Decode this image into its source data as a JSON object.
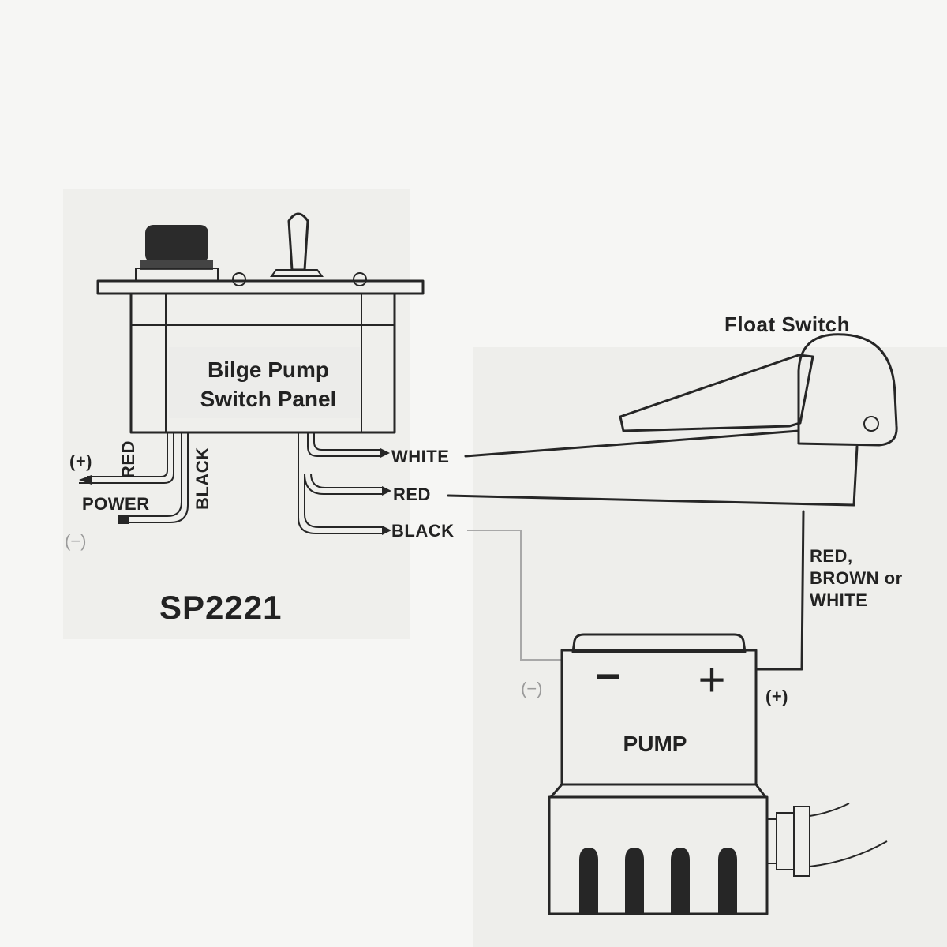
{
  "panel": {
    "title_line1": "Bilge Pump",
    "title_line2": "Switch Panel",
    "model": "SP2221"
  },
  "power": {
    "label": "POWER",
    "plus": "(+)",
    "minus": "(−)",
    "red_wire": "RED",
    "black_wire": "BLACK"
  },
  "outputs": {
    "white": "WHITE",
    "red": "RED",
    "black": "BLACK"
  },
  "float_switch": {
    "label": "Float Switch",
    "wire_note_line1": "RED,",
    "wire_note_line2": "BROWN or",
    "wire_note_line3": "WHITE"
  },
  "pump": {
    "label": "PUMP",
    "minus_terminal": "−",
    "plus_terminal": "+",
    "minus_label": "(−)",
    "plus_label": "(+)"
  }
}
